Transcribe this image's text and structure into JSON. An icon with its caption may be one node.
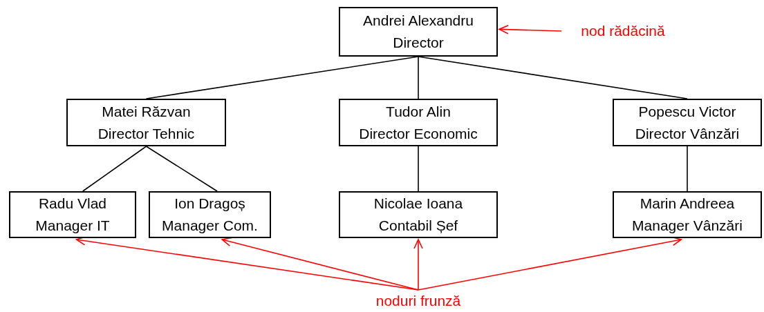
{
  "diagram": {
    "nodes": [
      {
        "text": [
          "Andrei Alexandru",
          "Director"
        ]
      },
      {
        "text": [
          "Matei Răzvan",
          "Director Tehnic"
        ]
      },
      {
        "text": [
          "Tudor Alin",
          "Director Economic"
        ]
      },
      {
        "text": [
          "Popescu Victor",
          "Director Vânzări"
        ]
      },
      {
        "text": [
          "Radu Vlad",
          "Manager IT"
        ]
      },
      {
        "text": [
          "Ion Dragoș",
          "Manager Com."
        ]
      },
      {
        "text": [
          "Nicolae Ioana",
          "Contabil Șef"
        ]
      },
      {
        "text": [
          "Marin Andreea",
          "Manager Vânzări"
        ]
      },
      {
        "text": [
          "nod rădăcină"
        ]
      },
      {
        "text": [
          "noduri frunză"
        ]
      }
    ],
    "edges": [
      {
        "from": 0,
        "to": 1,
        "arrow": "none"
      },
      {
        "from": 0,
        "to": 2,
        "arrow": "none"
      },
      {
        "from": 0,
        "to": 3,
        "arrow": "none"
      },
      {
        "from": 1,
        "to": 4,
        "arrow": "none"
      },
      {
        "from": 1,
        "to": 5,
        "arrow": "none"
      },
      {
        "from": 2,
        "to": 6,
        "arrow": "none"
      },
      {
        "from": 3,
        "to": 7,
        "arrow": "none"
      },
      {
        "from": 8,
        "to": 0,
        "arrow": "to",
        "color": "#ff0000"
      },
      {
        "from": 9,
        "to": 4,
        "arrow": "to",
        "color": "#ff0000"
      },
      {
        "from": 9,
        "to": 5,
        "arrow": "to",
        "color": "#ff0000"
      },
      {
        "from": 9,
        "to": 6,
        "arrow": "to",
        "color": "#ff0000"
      },
      {
        "from": 9,
        "to": 7,
        "arrow": "to",
        "color": "#ff0000"
      }
    ]
  }
}
